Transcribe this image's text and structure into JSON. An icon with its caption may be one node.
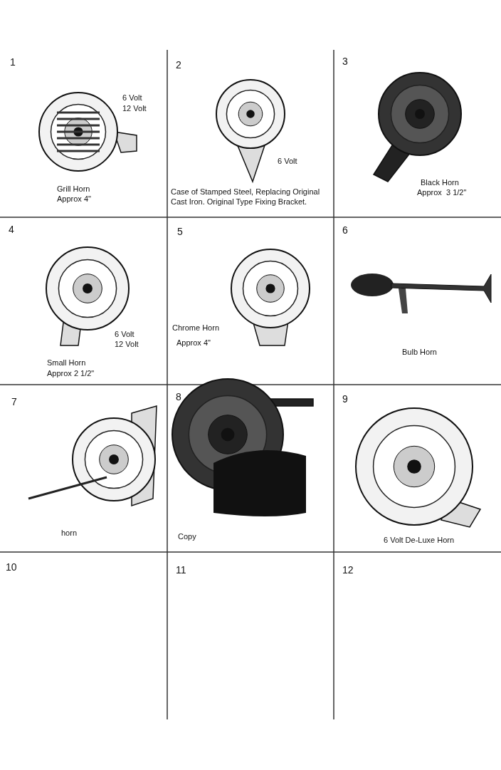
{
  "diagram": {
    "labels": [
      "1",
      "6 Volt",
      "12 Volt",
      "Grill Horn",
      "Approx 4\"",
      "2",
      "6 Volt",
      "Case of Stamped Steel, Replacing Original Cast Iron. Original Type Fixing Bracket.",
      "3",
      "Black Horn",
      "Approx  3 1/2\"",
      "4",
      "6 Volt",
      "12 Volt",
      "Small Horn",
      "Approx 2 1/2\"",
      "5",
      "Chrome Horn",
      "Approx 4\"",
      "6",
      "Bulb Horn",
      "7",
      "horn",
      "8",
      "Copy",
      "9",
      "6 Volt De-Luxe Horn",
      "10",
      "11",
      "12"
    ]
  }
}
